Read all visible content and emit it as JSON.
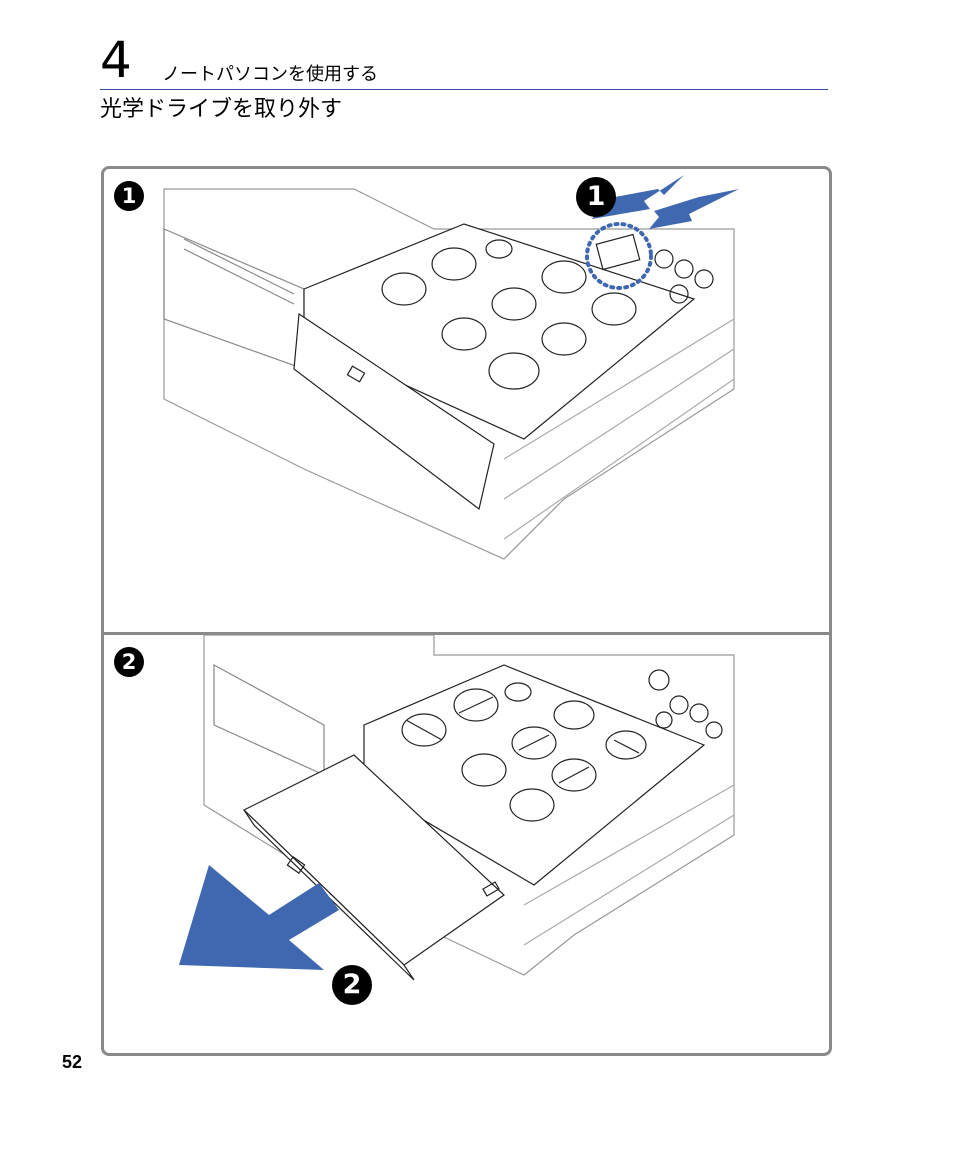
{
  "header": {
    "chapter_number": "4",
    "chapter_title": "ノートパソコンを使用する",
    "section_title": "光学ドライブを取り外す"
  },
  "steps": [
    {
      "badge": "1",
      "callout": "1",
      "description_icon": "release-latch-arrow-icon"
    },
    {
      "badge": "2",
      "callout": "2",
      "description_icon": "pull-out-drive-arrow-icon"
    }
  ],
  "colors": {
    "accent_arrow": "#3f68b0",
    "panel_border": "#8a8a8a",
    "rule": "#3a4aa0"
  },
  "footer": {
    "page_number": "52"
  }
}
